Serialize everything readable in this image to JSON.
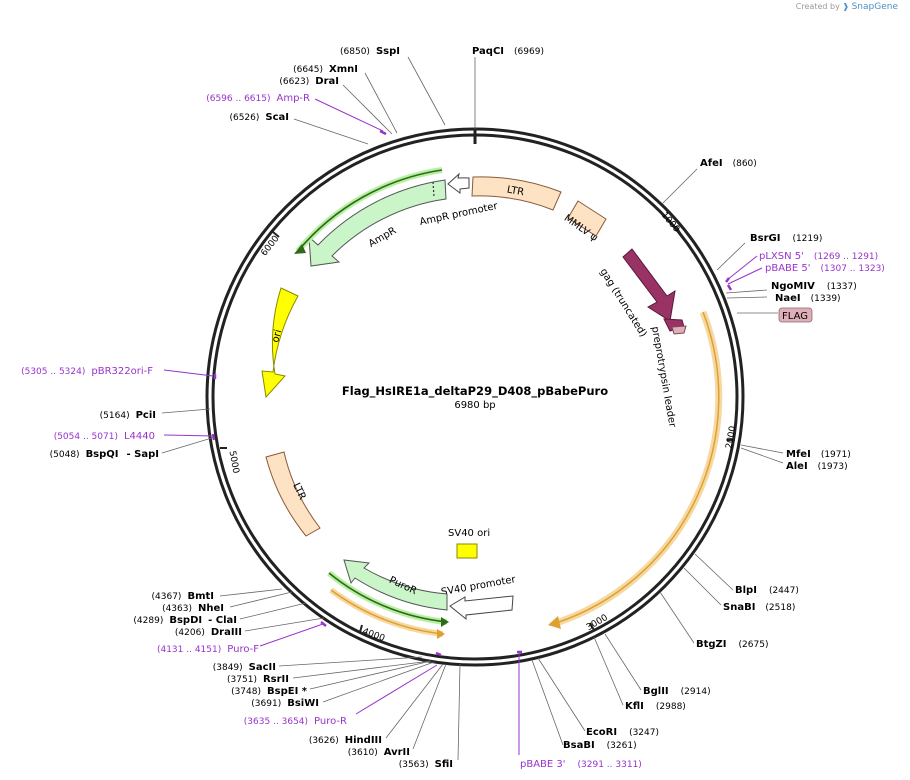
{
  "credit": {
    "created_by": "Created by",
    "brand": "SnapGene"
  },
  "plasmid": {
    "name": "Flag_HsIRE1a_deltaP29_D408_pBabePuro",
    "size": "6980 bp",
    "length": 6980
  },
  "colors": {
    "backbone": "#222222",
    "ltr": "#fde2c4",
    "amp_fill": "#c9f5c9",
    "amp_stroke": "#3a8a2a",
    "ori": "#ffff00",
    "gag": "#993366",
    "primer": "#9933cc",
    "orf": "#f2b552",
    "flag": "#e0aeb8"
  },
  "ticks": [
    {
      "label": "1000",
      "pos": 1000
    },
    {
      "label": "2000",
      "pos": 2000
    },
    {
      "label": "3000",
      "pos": 3000
    },
    {
      "label": "4000",
      "pos": 4000
    },
    {
      "label": "5000",
      "pos": 5000
    },
    {
      "label": "6000",
      "pos": 6000
    }
  ],
  "enzymes": [
    {
      "name": "PaqCI",
      "pos": "(6969)"
    },
    {
      "name": "SspI",
      "pos": "(6850)"
    },
    {
      "name": "XmnI",
      "pos": "(6645)"
    },
    {
      "name": "DraI",
      "pos": "(6623)"
    },
    {
      "name": "ScaI",
      "pos": "(6526)"
    },
    {
      "name": "AfeI",
      "pos": "(860)"
    },
    {
      "name": "BsrGI",
      "pos": "(1219)"
    },
    {
      "name": "NgoMIV",
      "pos": "(1337)"
    },
    {
      "name": "NaeI",
      "pos": "(1339)"
    },
    {
      "name": "MfeI",
      "pos": "(1971)"
    },
    {
      "name": "AleI",
      "pos": "(1973)"
    },
    {
      "name": "BlpI",
      "pos": "(2447)"
    },
    {
      "name": "SnaBI",
      "pos": "(2518)"
    },
    {
      "name": "BtgZI",
      "pos": "(2675)"
    },
    {
      "name": "BglII",
      "pos": "(2914)"
    },
    {
      "name": "KflI",
      "pos": "(2988)"
    },
    {
      "name": "EcoRI",
      "pos": "(3247)"
    },
    {
      "name": "BsaBI",
      "pos": "(3261)"
    },
    {
      "name": "SfiI",
      "pos": "(3563)"
    },
    {
      "name": "AvrII",
      "pos": "(3610)"
    },
    {
      "name": "HindIII",
      "pos": "(3626)"
    },
    {
      "name": "BsiWI",
      "pos": "(3691)"
    },
    {
      "name": "BspEI *",
      "pos": "(3748)"
    },
    {
      "name": "RsrII",
      "pos": "(3751)"
    },
    {
      "name": "SacII",
      "pos": "(3849)"
    },
    {
      "name": "DraIII",
      "pos": "(4206)"
    },
    {
      "name": "BspDI",
      "pos": "(4289)",
      "extra": "- ClaI"
    },
    {
      "name": "NheI",
      "pos": "(4363)"
    },
    {
      "name": "BmtI",
      "pos": "(4367)"
    },
    {
      "name": "BspQI",
      "pos": "(5048)",
      "extra": "- SapI"
    },
    {
      "name": "PciI",
      "pos": "(5164)"
    }
  ],
  "primers": [
    {
      "name": "Amp-R",
      "range": "(6596 .. 6615)"
    },
    {
      "name": "pLXSN 5'",
      "range": "(1269 .. 1291)"
    },
    {
      "name": "pBABE 5'",
      "range": "(1307 .. 1323)"
    },
    {
      "name": "pBABE 3'",
      "range": "(3291 .. 3311)"
    },
    {
      "name": "Puro-R",
      "range": "(3635 .. 3654)"
    },
    {
      "name": "Puro-F",
      "range": "(4131 .. 4151)"
    },
    {
      "name": "L4440",
      "range": "(5054 .. 5071)"
    },
    {
      "name": "pBR322ori-F",
      "range": "(5305 .. 5324)"
    }
  ],
  "features": [
    {
      "label": "LTR"
    },
    {
      "label": "MMLV ψ"
    },
    {
      "label": "gag (truncated)"
    },
    {
      "label": "preprotrypsin leader"
    },
    {
      "label": "FLAG"
    },
    {
      "label": "AmpR promoter"
    },
    {
      "label": "AmpR"
    },
    {
      "label": "ori"
    },
    {
      "label": "LTR"
    },
    {
      "label": "SV40 ori"
    },
    {
      "label": "SV40 promoter"
    },
    {
      "label": "PuroR"
    }
  ]
}
